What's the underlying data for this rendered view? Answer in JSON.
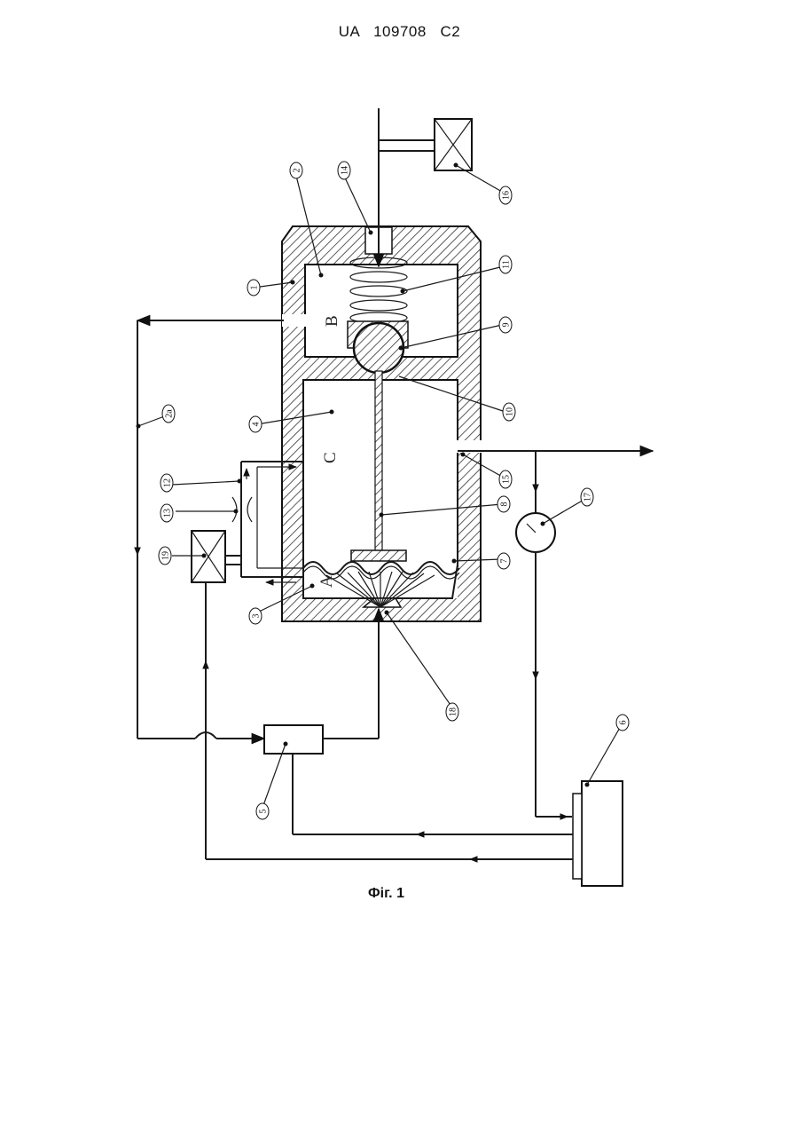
{
  "document": {
    "header": "UA   109708   C2",
    "caption": "Фіг. 1"
  },
  "figure": {
    "chamber_letters": {
      "upper": "B",
      "middle": "C",
      "lower": "A"
    },
    "labels": [
      "1",
      "2",
      "2a",
      "3",
      "4",
      "5",
      "6",
      "7",
      "8",
      "9",
      "10",
      "11",
      "12",
      "13",
      "14",
      "15",
      "16",
      "17",
      "18",
      "19"
    ]
  }
}
